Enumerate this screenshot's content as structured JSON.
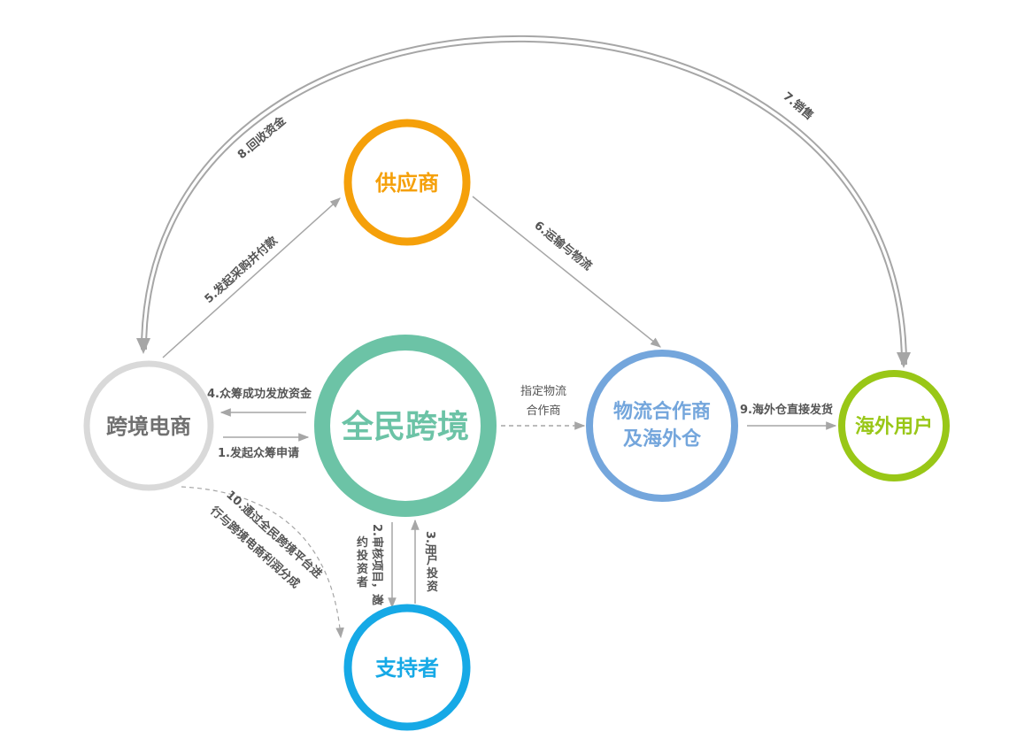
{
  "nodes": {
    "cross_border": {
      "label": "跨境电商",
      "color": "#d9d9d9",
      "text_color": "#707070"
    },
    "platform": {
      "label": "全民跨境",
      "color": "#6cc3a6",
      "text_color": "#6cc3a6"
    },
    "supplier": {
      "label": "供应商",
      "color": "#f5a00a",
      "text_color": "#f5a00a"
    },
    "logistics": {
      "label_line1": "物流合作商",
      "label_line2": "及海外仓",
      "color": "#74a6dc",
      "text_color": "#74a6dc"
    },
    "overseas_user": {
      "label": "海外用户",
      "color": "#99c717",
      "text_color": "#99c717"
    },
    "supporter": {
      "label": "支持者",
      "color": "#16a9e6",
      "text_color": "#16a9e6"
    }
  },
  "edges": {
    "e1": "1.发起众筹申请",
    "e2": [
      "2.审核项目，邀",
      "约投资者"
    ],
    "e3": [
      "3.用",
      "户",
      "投",
      "资"
    ],
    "e4": "4.众筹成功发放资金",
    "e5": "5.发起采购并付款",
    "e6": "6.运输与物流",
    "e7": "7.销售",
    "e8": "8.回收资金",
    "e9": "9.海外仓直接发货",
    "e10": [
      "10.通过全民跨境平台进",
      "行与跨境电商利润分成"
    ],
    "designated": [
      "指定物流",
      "合作商"
    ]
  },
  "colors": {
    "arrow": "#a6a6a6",
    "text": "#555555"
  }
}
